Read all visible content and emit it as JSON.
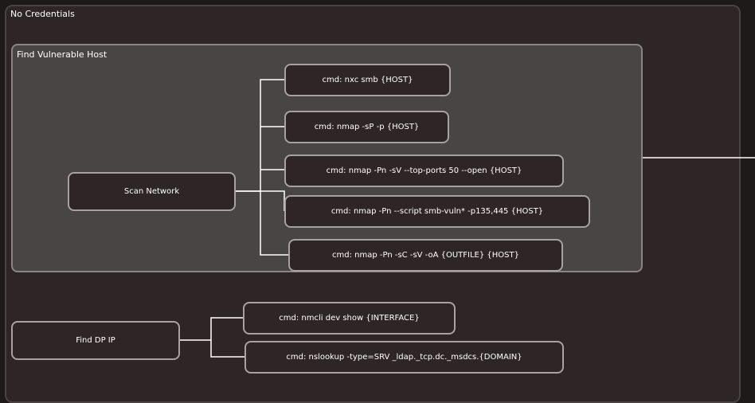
{
  "groups": {
    "outer_label": "No Credentials",
    "inner_label": "Find Vulnerable Host"
  },
  "nodes": {
    "scan_network": "Scan Network",
    "find_dp_ip": "Find DP IP",
    "cmd_nxc": "cmd: nxc smb {HOST}",
    "cmd_nmap_sp": "cmd: nmap -sP -p {HOST}",
    "cmd_nmap_top_ports": "cmd: nmap -Pn -sV --top-ports 50 --open {HOST}",
    "cmd_nmap_smb_vuln": "cmd: nmap -Pn --script smb-vuln* -p135,445 {HOST}",
    "cmd_nmap_outfile": "cmd: nmap -Pn -sC -sV -oA {OUTFILE} {HOST}",
    "cmd_nmcli": "cmd: nmcli dev show {INTERFACE}",
    "cmd_nslookup": "cmd: nslookup -type=SRV _ldap._tcp.dc._msdcs.{DOMAIN}"
  },
  "colors": {
    "background": "#1f1a1a",
    "outer_group_fill": "#2e2626",
    "inner_group_fill": "#4a4545",
    "node_border": "#a7a2a2",
    "edge": "#ffffff"
  }
}
